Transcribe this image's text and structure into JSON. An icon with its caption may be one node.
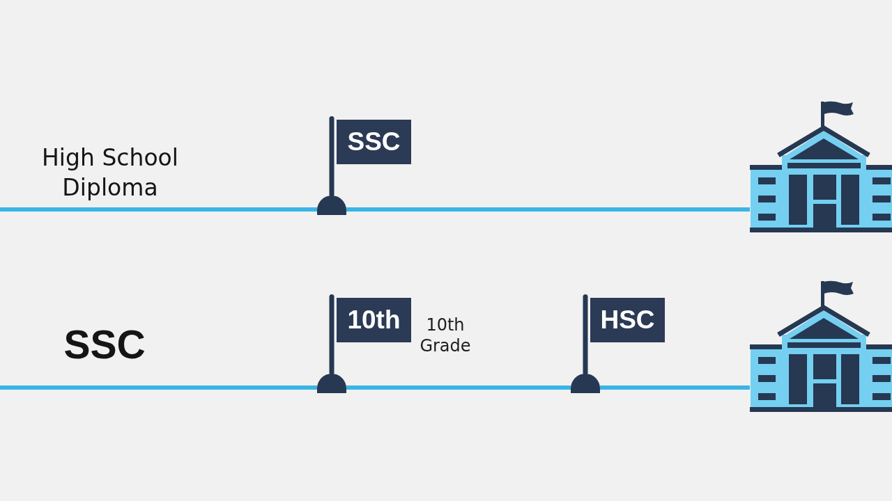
{
  "diagram": {
    "nodes": [
      {
        "text": [
          "SSC"
        ]
      },
      {
        "text": [],
        "shape": "picture"
      },
      {
        "text": [
          "10th"
        ],
        "beside": [
          "10th Grade"
        ]
      },
      {
        "text": [
          "HSC"
        ]
      },
      {
        "text": [],
        "shape": "picture"
      }
    ],
    "edges": [
      {
        "from": null,
        "to": 0,
        "arrow": "none"
      },
      {
        "from": 0,
        "to": 1,
        "arrow": "none"
      },
      {
        "from": null,
        "to": 2,
        "arrow": "none"
      },
      {
        "from": 2,
        "to": 3,
        "arrow": "none"
      },
      {
        "from": 3,
        "to": 4,
        "arrow": "none"
      }
    ],
    "labels": [
      "High School Diploma",
      "SSC"
    ]
  }
}
